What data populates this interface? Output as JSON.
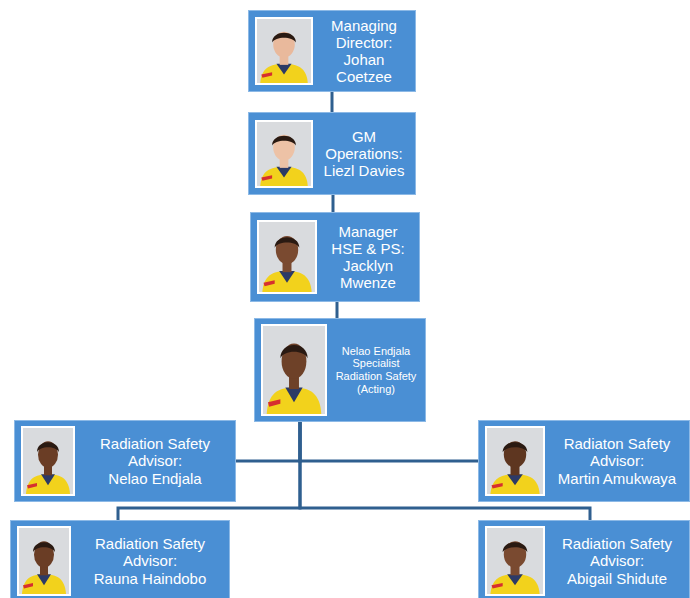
{
  "diagram": {
    "nodes": [
      {
        "text": [
          "Managing Director:",
          "Johan Coetzee"
        ]
      },
      {
        "text": [
          "GM Operations:",
          "Liezl Davies"
        ]
      },
      {
        "text": [
          "Manager HSE & PS:",
          "Jacklyn Mwenze"
        ]
      },
      {
        "text": [
          "Nelao Endjala Specialist Radiation Safety (Acting)"
        ]
      },
      {
        "text": [
          "Radiation Safety Advisor:",
          "Nelao Endjala"
        ]
      },
      {
        "text": [
          "Radiaton Safety Advisor:",
          "Martin Amukwaya"
        ]
      },
      {
        "text": [
          "Radiation Safety Advisor:",
          "Rauna Haindobo"
        ]
      },
      {
        "text": [
          "Radiation Safety Advisor:",
          "Abigail Shidute"
        ]
      }
    ],
    "edges": [
      {
        "from": 0,
        "to": 1,
        "arrow": "none"
      },
      {
        "from": 1,
        "to": 2,
        "arrow": "none"
      },
      {
        "from": 2,
        "to": 3,
        "arrow": "none"
      },
      {
        "from": 3,
        "to": 4,
        "arrow": "none"
      },
      {
        "from": 3,
        "to": 5,
        "arrow": "none"
      },
      {
        "from": 3,
        "to": 6,
        "arrow": "none"
      },
      {
        "from": 3,
        "to": 7,
        "arrow": "none"
      }
    ]
  }
}
